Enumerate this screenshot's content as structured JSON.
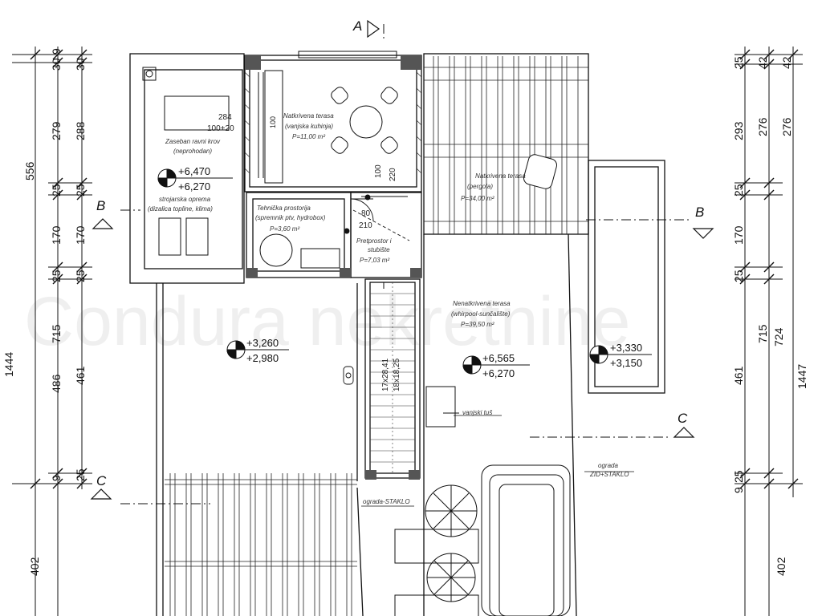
{
  "watermark": "Condura nekretnine",
  "dims_left_outer": [
    "556",
    "1444"
  ],
  "dims_left_mid": [
    "279",
    "25",
    "170",
    "25",
    "715",
    "486",
    "9",
    "402"
  ],
  "dims_left_inner": [
    "30",
    "288",
    "25",
    "170",
    "25",
    "461",
    "25"
  ],
  "dims_left_top": [
    "30",
    "9"
  ],
  "dims_right_outer": [
    "1447",
    "724"
  ],
  "dims_right_mid": [
    "293",
    "25",
    "170",
    "25",
    "715",
    "461",
    "25",
    "402"
  ],
  "dims_right_inner": [
    "42",
    "276",
    "276",
    "42"
  ],
  "dims_right_top": [
    "25",
    "9"
  ],
  "sections": {
    "a": "A",
    "b_left": "B",
    "b_right": "B",
    "c_left": "C",
    "c_right": "C"
  },
  "rooms": {
    "roof": {
      "line1": "Zaseban ravni krov",
      "line2": "(neprohodan)"
    },
    "equip": {
      "line1": "strojarska oprema",
      "line2": "(dizalica topline, klima)"
    },
    "kitchen": {
      "line1": "Natkrivena terasa",
      "line2": "(vanjska kuhinja)",
      "area": "P=11,00 m²"
    },
    "pergola": {
      "line1": "Natkrivena terasa",
      "line2": "(pergola)",
      "area": "P=34,00 m²"
    },
    "tech": {
      "line1": "Tehnička prostorija",
      "line2": "(spremnik ptv, hydrobox)",
      "area": "P=3,60 m²"
    },
    "lobby": {
      "line1": "Pretprostor i",
      "line2": "stubište",
      "area": "P=7,03 m²"
    },
    "terrace": {
      "line1": "Nenatkrivena terasa",
      "line2": "(whirpool-sunčalište)",
      "area": "P=39,50 m²"
    }
  },
  "levels": {
    "roof": {
      "top": "+6,470",
      "bottom": "+6,270"
    },
    "left": {
      "top": "+3,260",
      "bottom": "+2,980"
    },
    "center": {
      "top": "+6,565",
      "bottom": "+6,270"
    },
    "right": {
      "top": "+3,330",
      "bottom": "+3,150"
    }
  },
  "notes": {
    "window1": "284",
    "window1b": "100+20",
    "window2": "100",
    "door1": "100",
    "door1b": "220",
    "door2": "80",
    "door2b": "210",
    "stair1": "17x28,41",
    "stair2": "18x18,25",
    "shower": "vanjski tuš",
    "rail_glass": "ograda-STAKLO",
    "rail": "ograda",
    "rail2": "ZID+STAKLO"
  }
}
